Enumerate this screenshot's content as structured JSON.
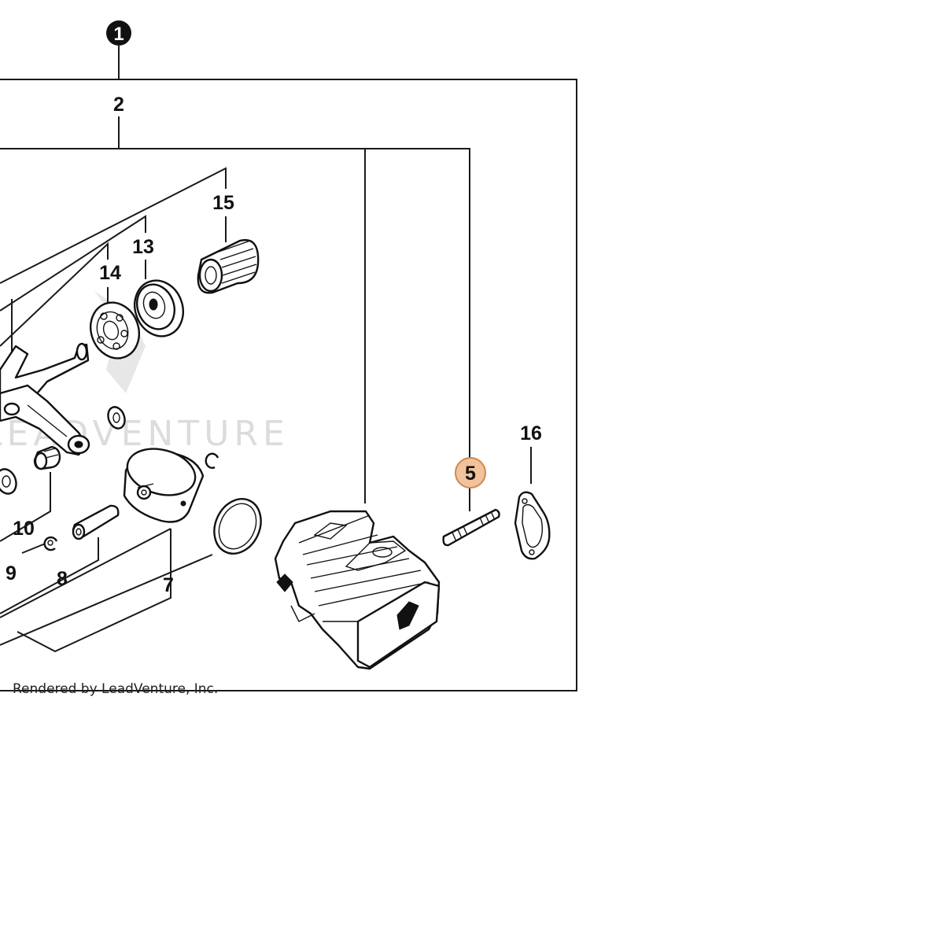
{
  "diagram": {
    "watermark": "LEADVENTURE",
    "credit": "Rendered by LeadVenture, Inc.",
    "callouts": {
      "c1": "1",
      "c2": "2",
      "c5": "5",
      "c7": "7",
      "c8": "8",
      "c9": "9",
      "c10": "10",
      "c13": "13",
      "c14": "14",
      "c15": "15",
      "c16": "16"
    },
    "highlighted_callout": "5",
    "colors": {
      "highlight_fill": "#f2c29a",
      "highlight_stroke": "#c98a52",
      "line": "#1a1a1a"
    }
  }
}
